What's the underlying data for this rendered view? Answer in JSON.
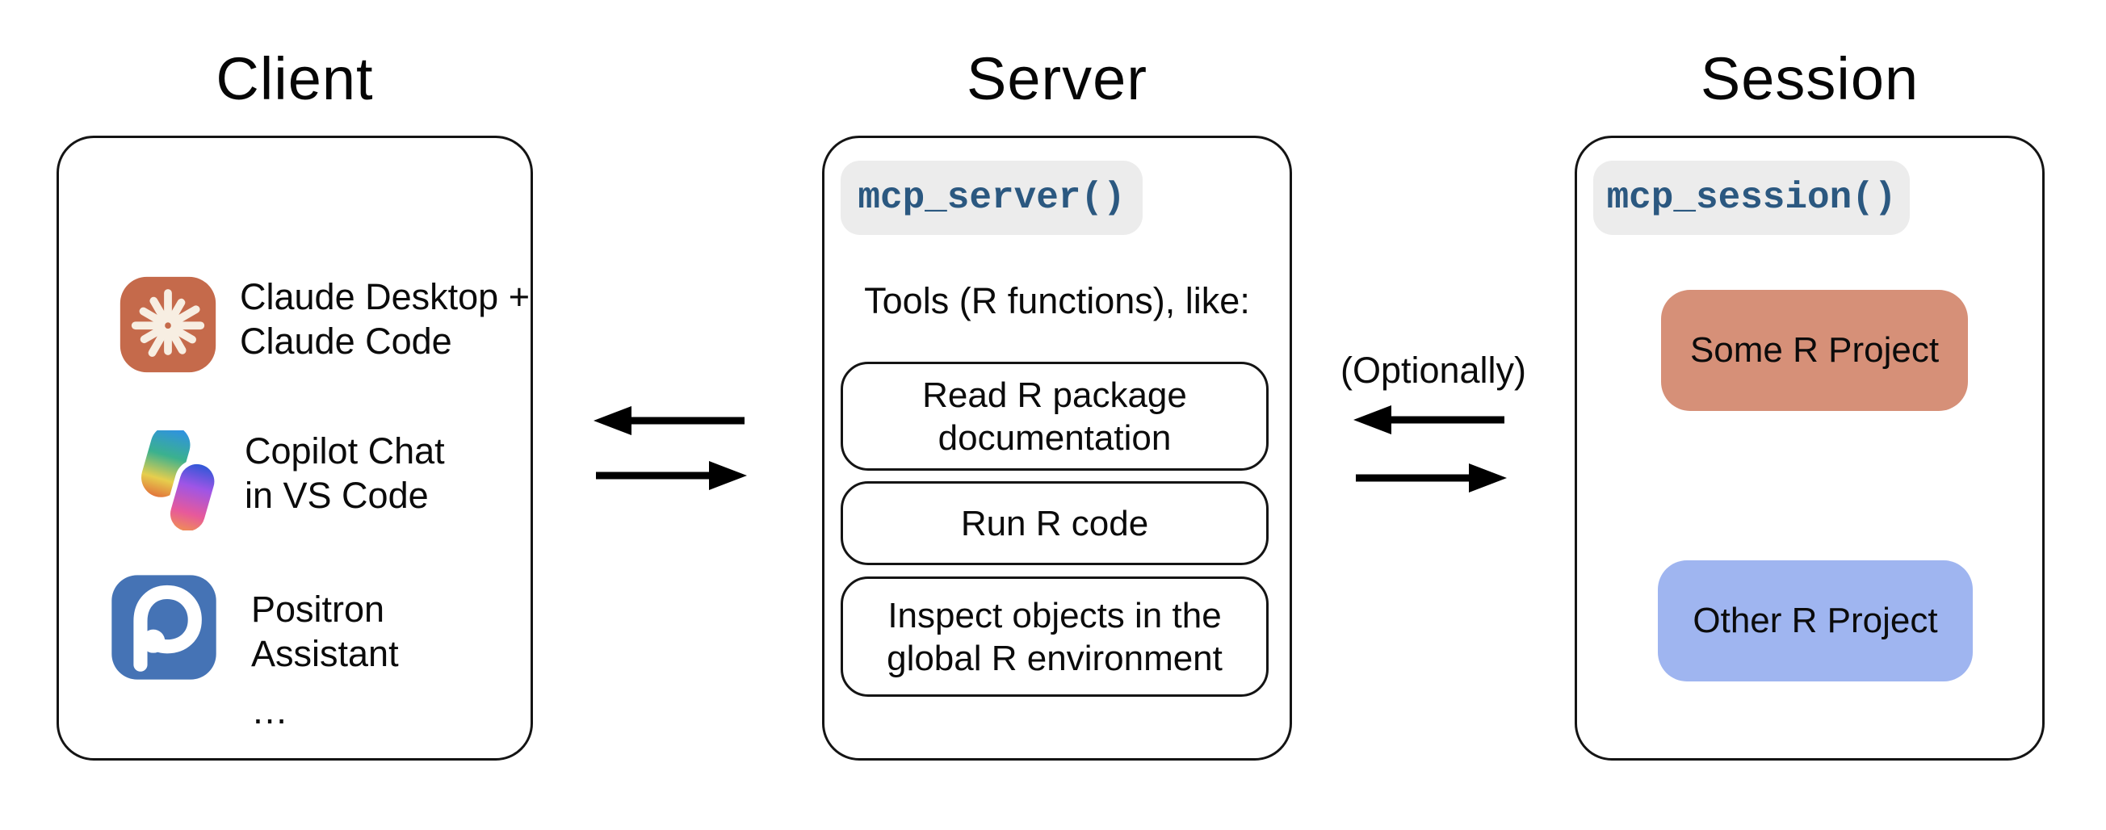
{
  "client": {
    "title": "Client",
    "items": [
      {
        "icon": "claude-icon",
        "line1": "Claude Desktop +",
        "line2": "Claude Code"
      },
      {
        "icon": "copilot-icon",
        "line1": "Copilot Chat",
        "line2": "in VS Code"
      },
      {
        "icon": "positron-icon",
        "line1": "Positron",
        "line2": "Assistant"
      }
    ],
    "ellipsis": "…"
  },
  "server": {
    "title": "Server",
    "badge": "mcp_server()",
    "tools_intro": "Tools (R functions), like:",
    "tools": [
      {
        "line1": "Read R package",
        "line2": "documentation"
      },
      {
        "line1": "Run R code"
      },
      {
        "line1": "Inspect objects in the",
        "line2": "global R environment"
      }
    ]
  },
  "session": {
    "title": "Session",
    "badge": "mcp_session()",
    "projects": [
      {
        "label": "Some R Project",
        "color": "#D69078"
      },
      {
        "label": "Other R Project",
        "color": "#9FB5F0"
      }
    ]
  },
  "connections": {
    "optionally_label": "(Optionally)"
  },
  "colors": {
    "background": "#FFFFFF",
    "box_border": "#141414",
    "text": "#0B0B0B",
    "badge_bg": "#ECECEC",
    "badge_text": "#2B5880",
    "claude_icon_bg": "#C56A4B",
    "claude_icon_star": "#F7EEE2",
    "positron_icon_bg": "#4573B5",
    "some_project_bg": "#D69078",
    "other_project_bg": "#9FB5F0",
    "arrow": "#000000"
  }
}
